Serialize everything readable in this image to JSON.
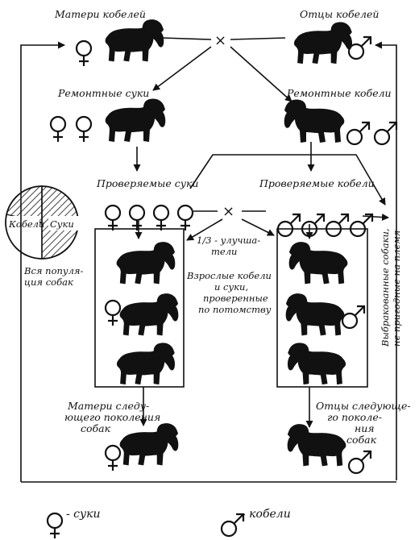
{
  "labels": {
    "mothers": "Матери кобелей",
    "fathers": "Отцы кобелей",
    "repair_females": "Ремонтные суки",
    "repair_males": "Ремонтные кобели",
    "tested_females": "Проверяемые суки",
    "tested_males": "Проверяемые кобели",
    "cross": "×",
    "improvers_line1": "1/3 - улучша-",
    "improvers_line2": "тели",
    "adults_line1": "Взрослые кобели",
    "adults_line2": "и суки,",
    "adults_line3": "проверенные",
    "adults_line4": "по потомству",
    "culled_line1": "Выбракованные собаки,",
    "culled_line2": "не пригодные на племя",
    "pie_males": "Кобели",
    "pie_females": "Суки",
    "population_line1": "Вся популя-",
    "population_line2": "ция собак",
    "next_mothers_line1": "Матери следу-",
    "next_mothers_line2": "ющего поколения",
    "next_mothers_line3": "собак",
    "next_fathers_line1": "Отцы следующе-",
    "next_fathers_line2": "го поколе-",
    "next_fathers_line3": "ния",
    "next_fathers_line4": "собак"
  },
  "legend": {
    "female": "- суки",
    "male": "- кобели"
  },
  "colors": {
    "ink": "#111111",
    "background": "#ffffff"
  }
}
